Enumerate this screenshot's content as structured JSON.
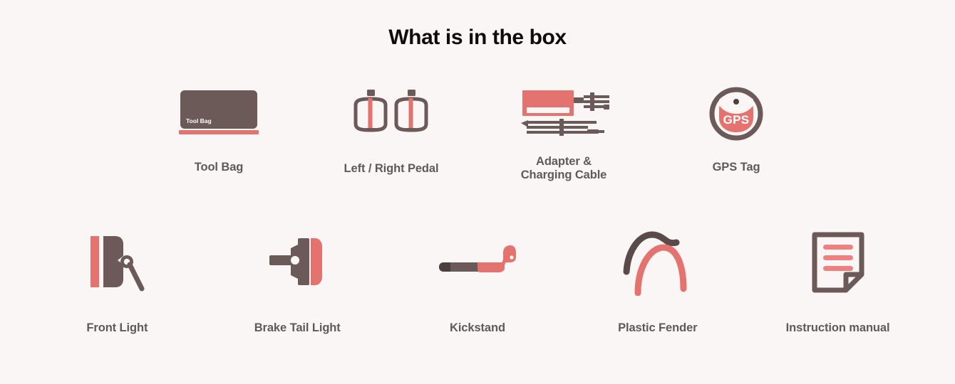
{
  "header": {
    "title": "What is in the box"
  },
  "colors": {
    "background": "#faf6f5",
    "title": "#0d0d0d",
    "label": "#5e5a5c",
    "dark": "#6b5a57",
    "coral": "#e4736f",
    "white": "#ffffff"
  },
  "rows": [
    {
      "items": [
        {
          "icon": "tool-bag-icon",
          "label": "Tool Bag",
          "inner_text": "Tool Bag"
        },
        {
          "icon": "pedal-pair-icon",
          "label": "Left / Right Pedal"
        },
        {
          "icon": "adapter-charging-cable-icon",
          "label": "Adapter &\nCharging Cable",
          "label_line1": "Adapter &",
          "label_line2": "Charging Cable"
        },
        {
          "icon": "gps-tag-icon",
          "label": "GPS Tag",
          "inner_text": "GPS"
        }
      ]
    },
    {
      "items": [
        {
          "icon": "front-light-icon",
          "label": "Front Light"
        },
        {
          "icon": "brake-tail-light-icon",
          "label": "Brake Tail Light"
        },
        {
          "icon": "kickstand-icon",
          "label": "Kickstand"
        },
        {
          "icon": "plastic-fender-icon",
          "label": "Plastic Fender"
        },
        {
          "icon": "instruction-manual-icon",
          "label": "Instruction manual"
        }
      ]
    }
  ]
}
